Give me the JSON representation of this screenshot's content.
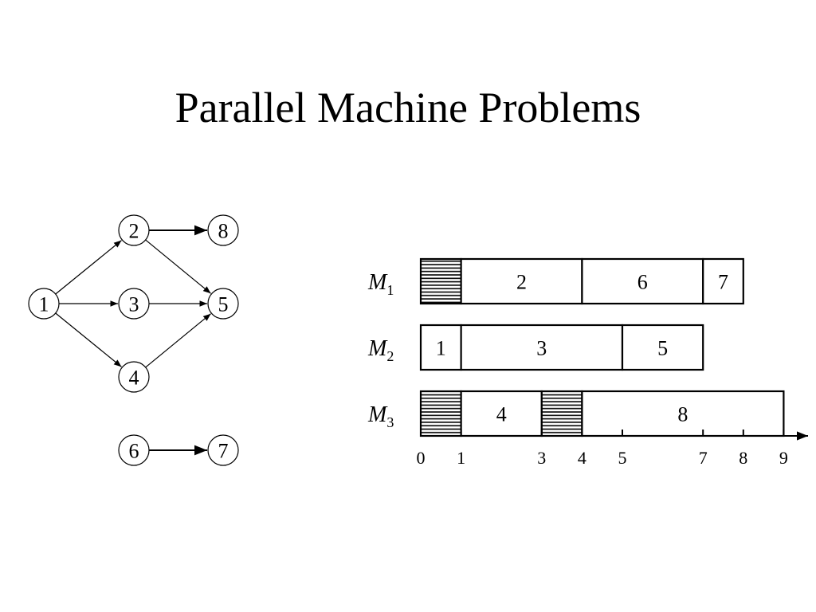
{
  "title": "Parallel Machine Problems",
  "precedence_graph": {
    "nodes": [
      {
        "id": "1",
        "label": "1"
      },
      {
        "id": "2",
        "label": "2"
      },
      {
        "id": "3",
        "label": "3"
      },
      {
        "id": "4",
        "label": "4"
      },
      {
        "id": "5",
        "label": "5"
      },
      {
        "id": "6",
        "label": "6"
      },
      {
        "id": "7",
        "label": "7"
      },
      {
        "id": "8",
        "label": "8"
      }
    ],
    "edges": [
      {
        "from": "1",
        "to": "2"
      },
      {
        "from": "1",
        "to": "3"
      },
      {
        "from": "1",
        "to": "4"
      },
      {
        "from": "2",
        "to": "8"
      },
      {
        "from": "2",
        "to": "5"
      },
      {
        "from": "3",
        "to": "5"
      },
      {
        "from": "4",
        "to": "5"
      },
      {
        "from": "6",
        "to": "7"
      }
    ]
  },
  "schedule": {
    "machines": [
      {
        "name": "M",
        "sub": "1",
        "blocks": [
          {
            "start": 0,
            "end": 1,
            "idle": true,
            "label": ""
          },
          {
            "start": 1,
            "end": 4,
            "idle": false,
            "label": "2"
          },
          {
            "start": 4,
            "end": 7,
            "idle": false,
            "label": "6"
          },
          {
            "start": 7,
            "end": 8,
            "idle": false,
            "label": "7"
          }
        ]
      },
      {
        "name": "M",
        "sub": "2",
        "blocks": [
          {
            "start": 0,
            "end": 1,
            "idle": false,
            "label": "1"
          },
          {
            "start": 1,
            "end": 5,
            "idle": false,
            "label": "3"
          },
          {
            "start": 5,
            "end": 7,
            "idle": false,
            "label": "5"
          }
        ]
      },
      {
        "name": "M",
        "sub": "3",
        "blocks": [
          {
            "start": 0,
            "end": 1,
            "idle": true,
            "label": ""
          },
          {
            "start": 1,
            "end": 3,
            "idle": false,
            "label": "4"
          },
          {
            "start": 3,
            "end": 4,
            "idle": true,
            "label": ""
          },
          {
            "start": 4,
            "end": 9,
            "idle": false,
            "label": "8"
          }
        ]
      }
    ],
    "ticks": [
      "0",
      "1",
      "3",
      "4",
      "5",
      "7",
      "8",
      "9"
    ]
  }
}
